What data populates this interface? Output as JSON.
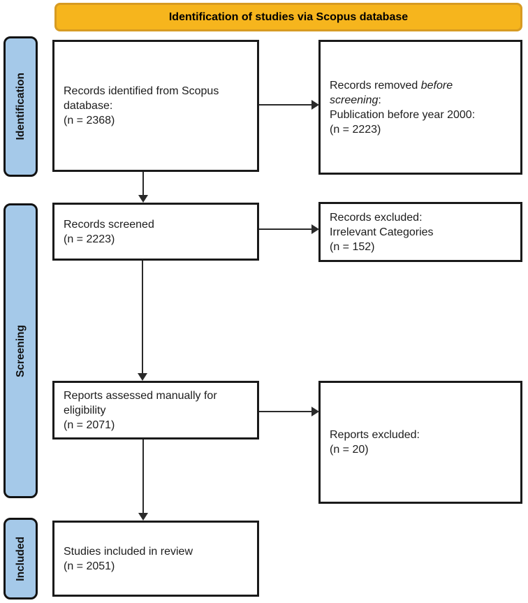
{
  "banner": {
    "label": "Identification of studies via Scopus database"
  },
  "stages": [
    {
      "label": "Identification"
    },
    {
      "label": "Screening"
    },
    {
      "label": "Included"
    }
  ],
  "boxes": {
    "records_identified": {
      "lines": [
        [
          {
            "t": "Records identified from Scopus"
          }
        ],
        [
          {
            "t": "database:"
          }
        ],
        [
          {
            "t": "(n = 2368)"
          }
        ]
      ]
    },
    "records_removed": {
      "lines": [
        [
          {
            "t": "Records removed "
          },
          {
            "t": "before",
            "i": true
          }
        ],
        [
          {
            "t": "screening",
            "i": true
          },
          {
            "t": ":"
          }
        ],
        [
          {
            "t": "Publication before year 2000:"
          }
        ],
        [
          {
            "t": "(n = 2223)"
          }
        ]
      ]
    },
    "records_screened": {
      "lines": [
        [
          {
            "t": "Records screened"
          }
        ],
        [
          {
            "t": "(n = 2223)"
          }
        ]
      ]
    },
    "records_excluded": {
      "lines": [
        [
          {
            "t": "Records excluded:"
          }
        ],
        [
          {
            "t": "Irrelevant Categories"
          }
        ],
        [
          {
            "t": "(n = 152)"
          }
        ]
      ]
    },
    "reports_assessed": {
      "lines": [
        [
          {
            "t": "Reports assessed manually for"
          }
        ],
        [
          {
            "t": "eligibility"
          }
        ],
        [
          {
            "t": "(n = 2071)"
          }
        ]
      ]
    },
    "reports_excluded": {
      "lines": [
        [
          {
            "t": "Reports excluded:"
          }
        ],
        [
          {
            "t": "(n = 20)"
          }
        ]
      ]
    },
    "studies_included": {
      "lines": [
        [
          {
            "t": "Studies included in review"
          }
        ],
        [
          {
            "t": "(n = 2051)"
          }
        ]
      ]
    }
  },
  "colors": {
    "banner_bg": "#F6B51D",
    "banner_border": "#D79B22",
    "banner_text": "#000000",
    "stage_bg": "#A5C9E9",
    "stage_border": "#121212",
    "box_bg": "#FFFFFF",
    "box_border": "#1A1A1A",
    "text": "#1C1C1C",
    "arrow": "#2A2A2A"
  }
}
